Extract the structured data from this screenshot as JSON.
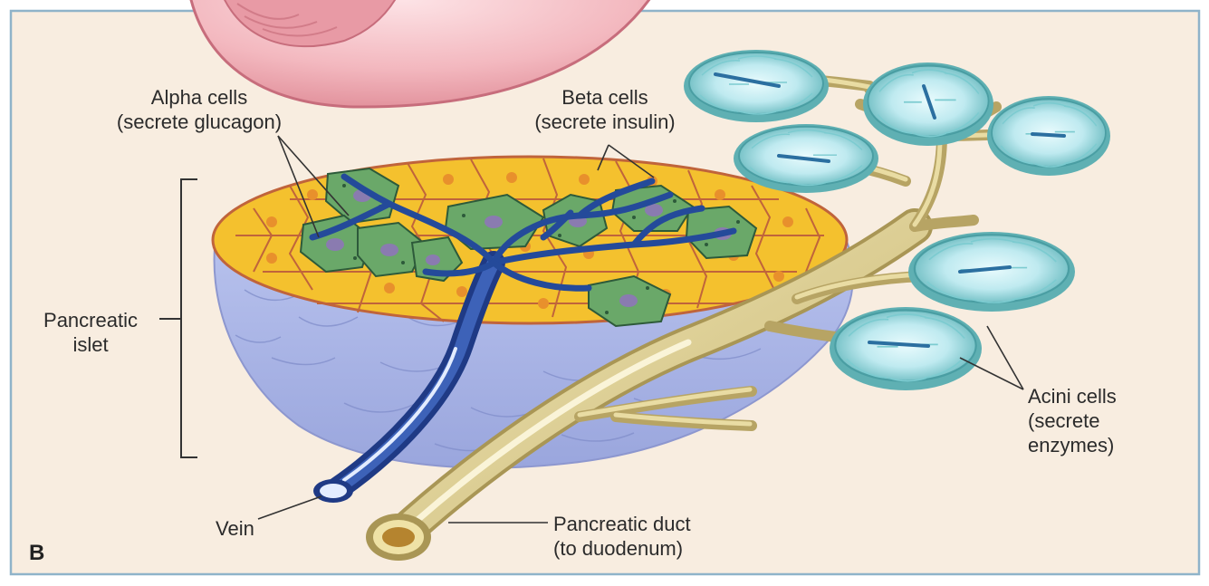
{
  "figure": {
    "panel_letter": "B",
    "labels": {
      "alpha_cells": {
        "line1": "Alpha cells",
        "line2": "(secrete glucagon)"
      },
      "beta_cells": {
        "line1": "Beta cells",
        "line2": "(secrete insulin)"
      },
      "pancreatic_islet": {
        "line1": "Pancreatic",
        "line2": "islet"
      },
      "acini_cells": {
        "line1": "Acini cells",
        "line2": "(secrete",
        "line3": "enzymes)"
      },
      "vein": "Vein",
      "pancreatic_duct": {
        "line1": "Pancreatic duct",
        "line2": "(to duodenum)"
      }
    },
    "colors": {
      "panel_background": "#f8ede0",
      "panel_border": "#8fb3c9",
      "beta_cell": "#f5c531",
      "alpha_cell": "#6aa869",
      "islet_base": "#a9b7e6",
      "vein": "#2c4a97",
      "duct": "#d8c98b",
      "acini": "#8fd2d5",
      "stomach": "#f2b6bd"
    }
  }
}
